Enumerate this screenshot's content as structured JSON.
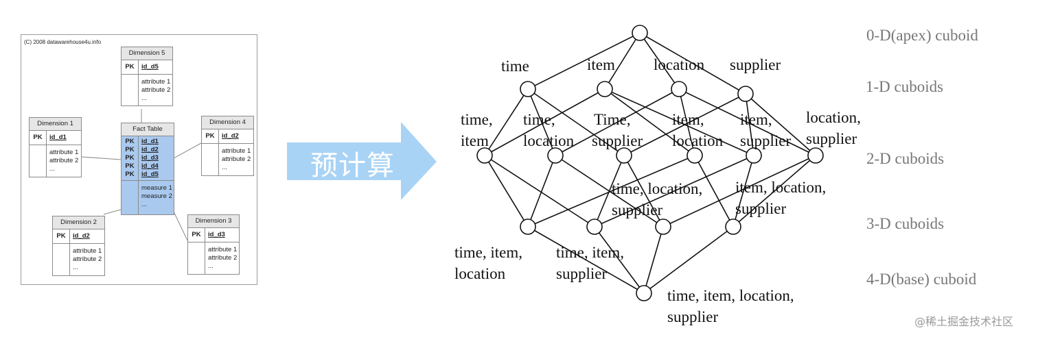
{
  "star_schema": {
    "copyright": "(C) 2008 datawarehouse4u.info",
    "pk_label": "PK",
    "dim5": {
      "title": "Dimension 5",
      "key": "id_d5",
      "attrs": [
        "attribute 1",
        "attribute 2",
        "..."
      ]
    },
    "dim1": {
      "title": "Dimension 1",
      "key": "id_d1",
      "attrs": [
        "attribute 1",
        "attribute 2",
        "..."
      ]
    },
    "dim4": {
      "title": "Dimension 4",
      "key": "id_d2",
      "attrs": [
        "attribute 1",
        "attribute 2",
        "..."
      ]
    },
    "dim2": {
      "title": "Dimension 2",
      "key": "id_d2",
      "attrs": [
        "attribute 1",
        "attribute 2",
        "..."
      ]
    },
    "dim3": {
      "title": "Dimension 3",
      "key": "id_d3",
      "attrs": [
        "attribute 1",
        "attribute 2",
        "..."
      ]
    },
    "fact": {
      "title": "Fact Table",
      "pks": [
        "PK",
        "PK",
        "PK",
        "PK",
        "PK"
      ],
      "keys": [
        "id_d1",
        "id_d2",
        "id_d3",
        "id_d4",
        "id_d5"
      ],
      "measures": [
        "measure 1",
        "measure 2",
        "..."
      ]
    }
  },
  "arrow": {
    "label": "预计算",
    "color": "#a9d3f5"
  },
  "lattice": {
    "nodes": {
      "apex": "",
      "time": [
        "time"
      ],
      "item": [
        "item"
      ],
      "location": [
        "location"
      ],
      "supplier": [
        "supplier"
      ],
      "time_item": [
        "time,",
        "item"
      ],
      "time_location": [
        "time,",
        "location"
      ],
      "time_supplier": [
        "Time,",
        "supplier"
      ],
      "item_location": [
        "item,",
        "location"
      ],
      "item_supplier": [
        "item,",
        "supplier"
      ],
      "location_supplier": [
        "location,",
        "supplier"
      ],
      "time_location_supplier": [
        "time, location,",
        "supplier"
      ],
      "item_location_supplier": [
        "item, location,",
        "supplier"
      ],
      "time_item_location": [
        "time, item,",
        "location"
      ],
      "time_item_supplier": [
        "time, item,",
        "supplier"
      ],
      "base": [
        "time, item, location,",
        "supplier"
      ]
    },
    "levels": [
      "0-D(apex) cuboid",
      "1-D cuboids",
      "2-D cuboids",
      "3-D cuboids",
      "4-D(base) cuboid"
    ]
  },
  "watermark": "@稀土掘金技术社区"
}
